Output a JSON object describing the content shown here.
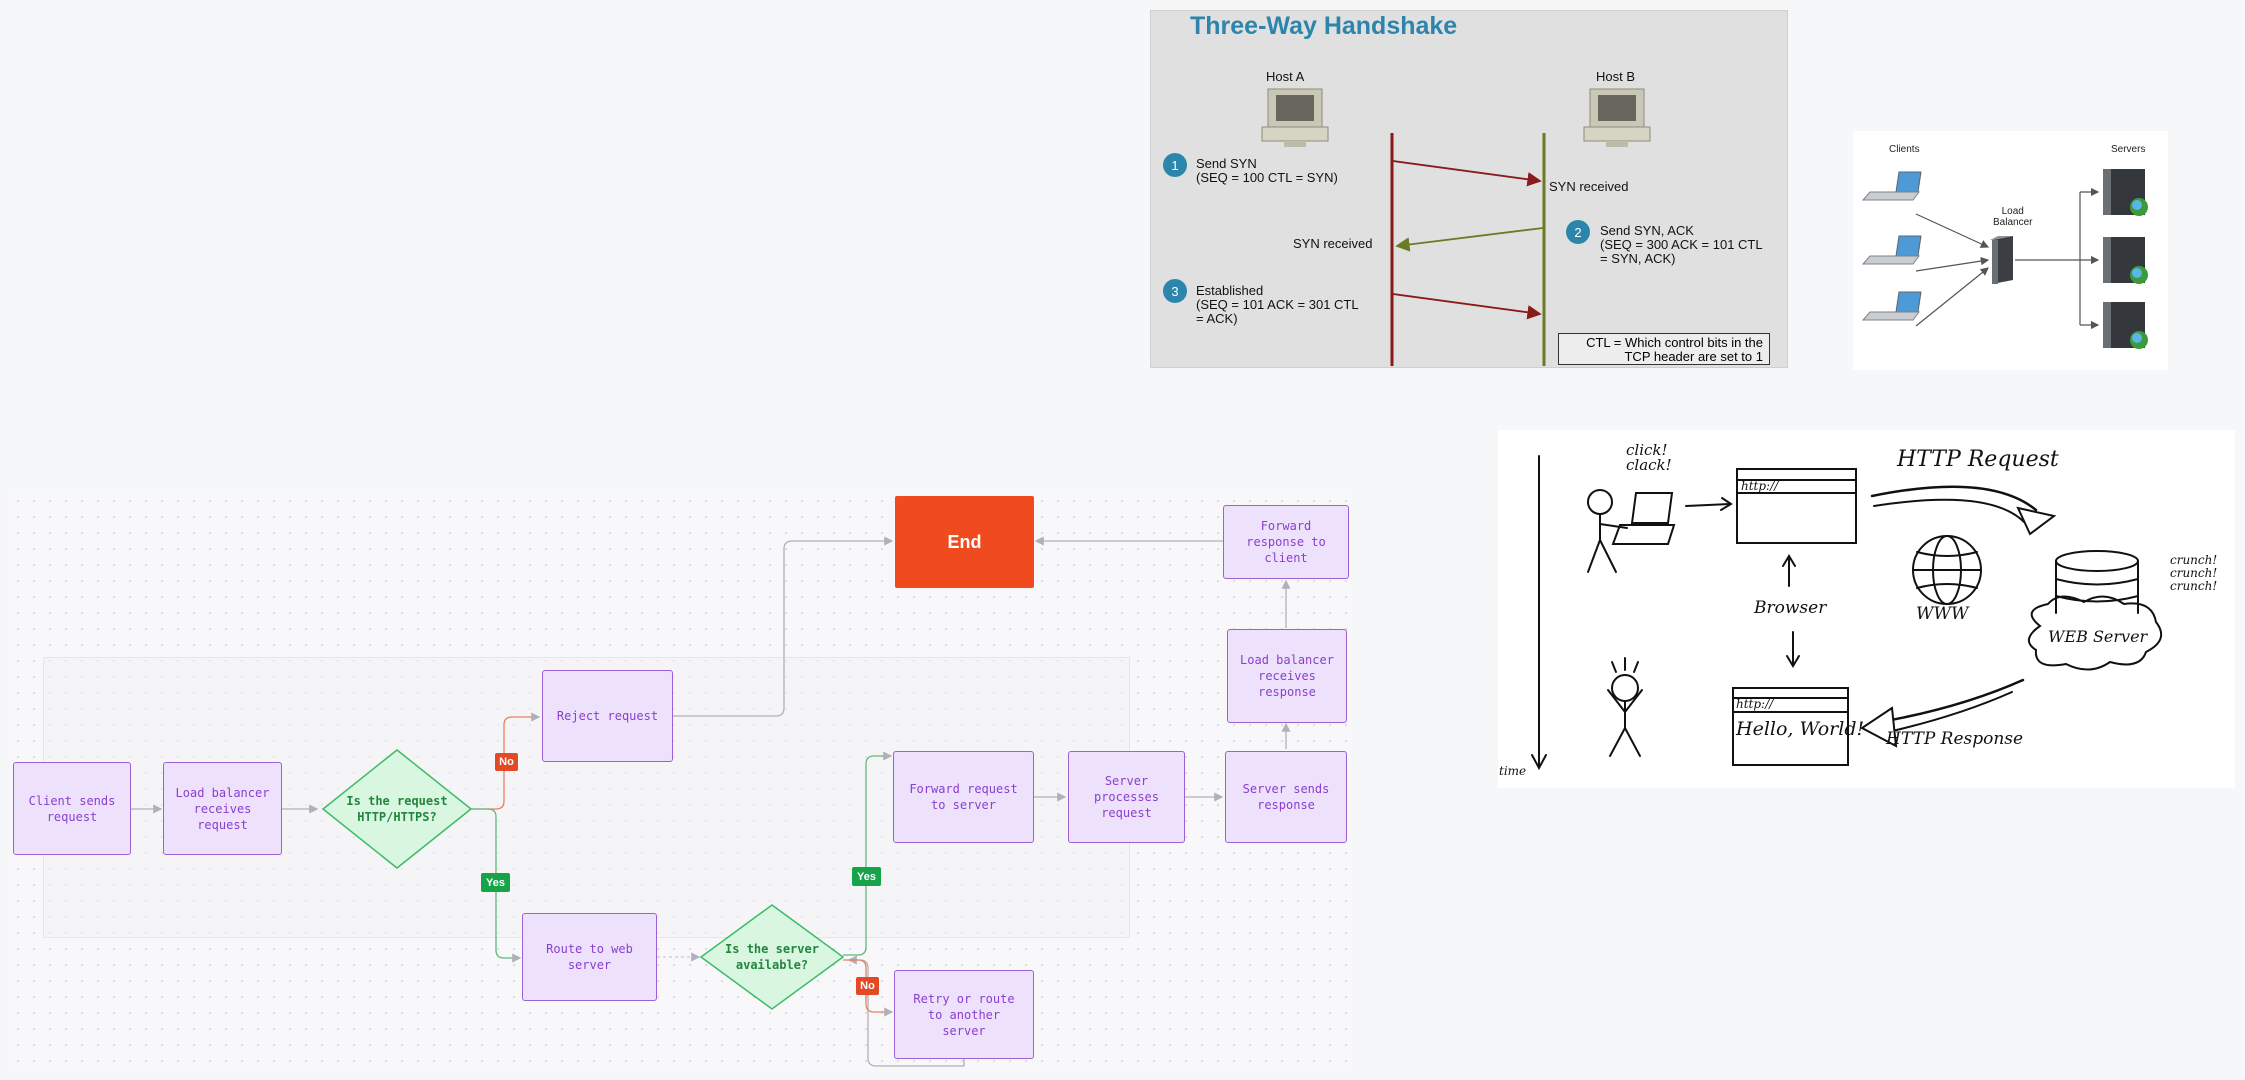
{
  "flowchart": {
    "end_label": "End",
    "nodes": {
      "client_sends": "Client sends request",
      "lb_receives_request": "Load balancer receives request",
      "is_http": "Is the request HTTP/HTTPS?",
      "reject": "Reject request",
      "route_web": "Route to web server",
      "server_available": "Is the server available?",
      "retry": "Retry or route to another server",
      "forward_request": "Forward request to server",
      "server_processes": "Server processes request",
      "server_sends": "Server sends response",
      "lb_receives_response": "Load balancer receives response",
      "forward_response": "Forward response to client"
    },
    "badges": {
      "yes": "Yes",
      "no": "No"
    },
    "colors": {
      "process_fill": "#ede1fb",
      "process_border": "#9b62d6",
      "decision_fill": "#d9f6e1",
      "decision_border": "#3dbb64",
      "end_fill": "#f04a1f",
      "yes": "#17a34a",
      "no": "#e24a26"
    }
  },
  "handshake": {
    "title": "Three-Way Handshake",
    "host_a": "Host A",
    "host_b": "Host B",
    "step1_num": "1",
    "step1_text": "Send SYN\n(SEQ = 100 CTL = SYN)",
    "syn_received_b": "SYN received",
    "step2_num": "2",
    "step2_text": "Send SYN, ACK\n(SEQ = 300 ACK = 101 CTL\n= SYN, ACK)",
    "syn_received_a": "SYN received",
    "step3_num": "3",
    "step3_text": "Established\n(SEQ = 101 ACK = 301 CTL\n= ACK)",
    "note": "CTL = Which control bits in the\nTCP header are set to 1"
  },
  "load_balancer": {
    "clients": "Clients",
    "servers": "Servers",
    "balancer": "Load\nBalancer"
  },
  "http_sketch": {
    "click": "click!\nclack!",
    "http_request": "HTTP Request",
    "url": "http://",
    "url2": "http://",
    "browser": "Browser",
    "www": "WWW",
    "crunch": "crunch!\ncrunch!\ncrunch!",
    "web_server": "WEB Server",
    "hello": "Hello, World!",
    "http_response": "HTTP Response",
    "time": "time"
  }
}
